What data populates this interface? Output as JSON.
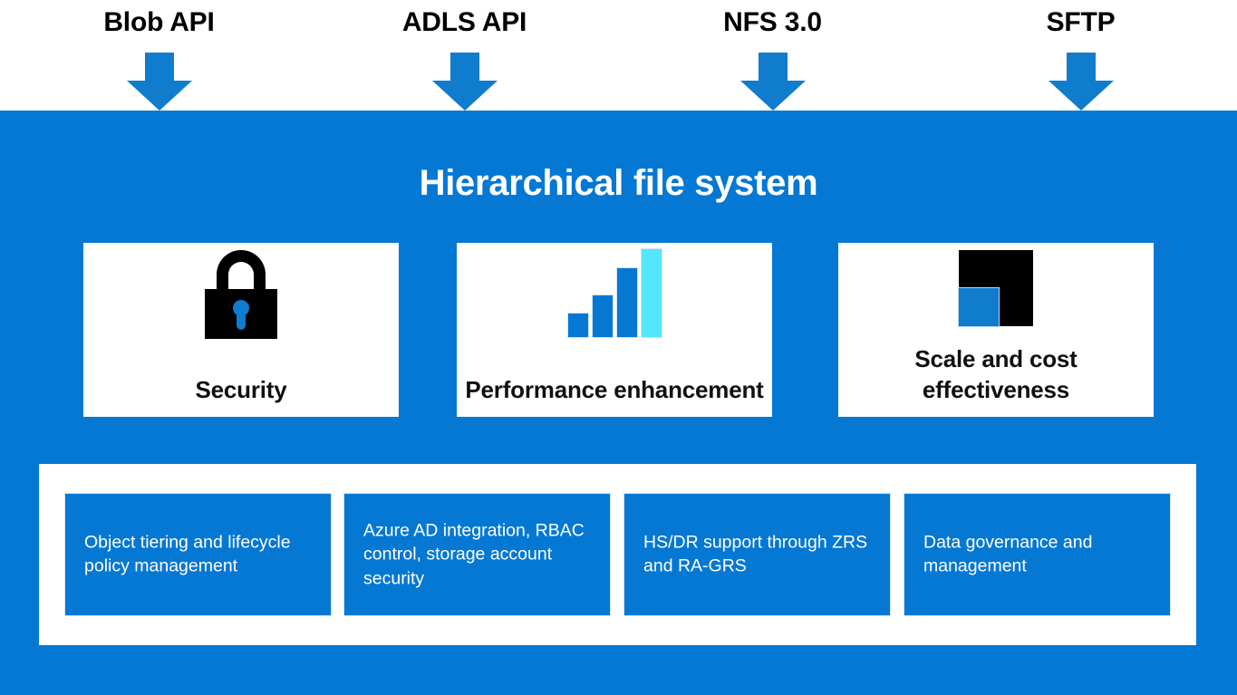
{
  "diagram": {
    "title": "Hierarchical file system",
    "background_color": "#0578d4",
    "accent_color": "#0f7cce",
    "highlight_color": "#55e6ff",
    "panel_color": "#ffffff"
  },
  "apis": [
    {
      "label": "Blob API",
      "arrow_icon": "down-arrow-icon"
    },
    {
      "label": "ADLS API",
      "arrow_icon": "down-arrow-icon"
    },
    {
      "label": "NFS 3.0",
      "arrow_icon": "down-arrow-icon"
    },
    {
      "label": "SFTP",
      "arrow_icon": "down-arrow-icon"
    }
  ],
  "features": [
    {
      "label": "Security",
      "icon": "lock-icon"
    },
    {
      "label": "Performance enhancement",
      "icon": "bar-chart-icon"
    },
    {
      "label": "Scale and cost effectiveness",
      "icon": "scale-blocks-icon"
    }
  ],
  "details": [
    {
      "text": "Object tiering and lifecycle policy management"
    },
    {
      "text": "Azure AD integration, RBAC control, storage account security"
    },
    {
      "text": "HS/DR support through ZRS and RA-GRS"
    },
    {
      "text": "Data governance and management"
    }
  ]
}
